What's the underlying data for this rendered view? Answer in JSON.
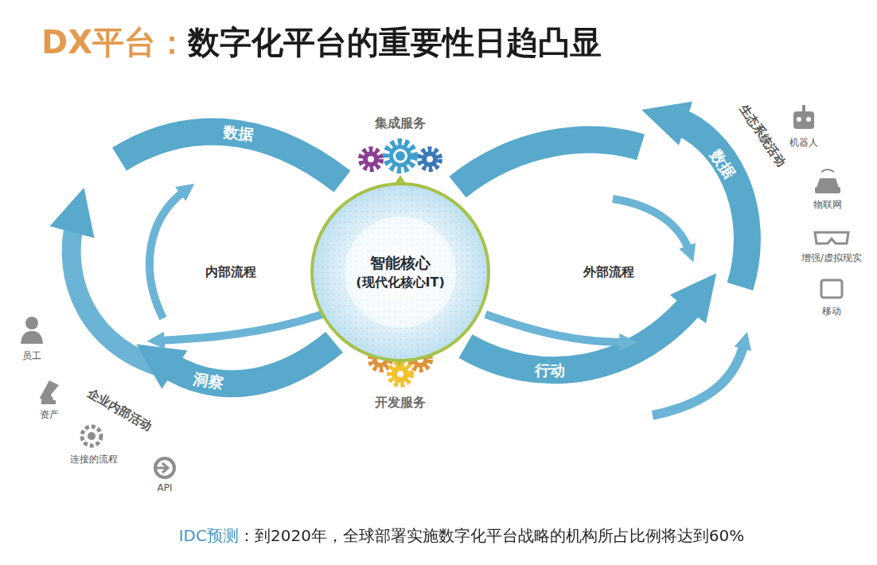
{
  "diagram": {
    "title": "DX平台：数字化平台的重要性日趋凸显",
    "caption": "IDC预测：到2020年，全球部署实施数字化平台战略的机构所占比例将达到60%",
    "nodes": [
      {
        "text": [
          "智能核心",
          "(现代化核心IT)"
        ]
      }
    ],
    "labels": [
      "集成服务",
      "开发服务",
      "内部流程",
      "外部流程",
      "数据",
      "数据",
      "洞察",
      "行动",
      "企业内部活动",
      "生态系统活动",
      "员工",
      "资产",
      "连接的流程",
      "API",
      "机器人",
      "物联网",
      "增强/虚拟现实",
      "移动"
    ]
  }
}
